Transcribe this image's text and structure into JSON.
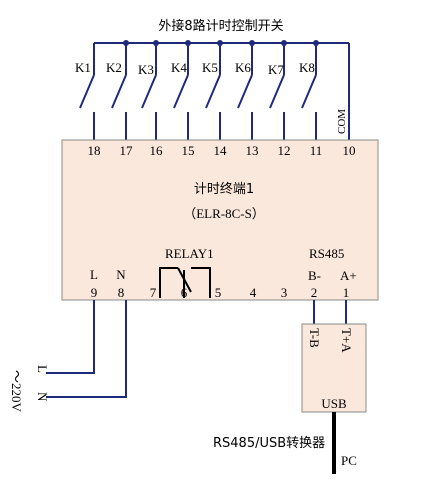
{
  "diagram": {
    "top_title": "外接8路计时控制开关",
    "switches": [
      "K1",
      "K2",
      "K3",
      "K4",
      "K5",
      "K6",
      "K7",
      "K8"
    ],
    "com_label": "COM",
    "top_terminals": [
      "18",
      "17",
      "16",
      "15",
      "14",
      "13",
      "12",
      "11",
      "10"
    ],
    "device_name": "计时终端1",
    "device_model": "（ELR-8C-S）",
    "relay_label": "RELAY1",
    "rs485_label": "RS485",
    "power_labels": {
      "l": "L",
      "n": "N"
    },
    "rs485_pins": {
      "b": "B-",
      "a": "A+"
    },
    "bottom_terminals": [
      "9",
      "8",
      "7",
      "6",
      "5",
      "4",
      "3",
      "2",
      "1"
    ],
    "supply": {
      "l": "L",
      "n": "N",
      "voltage": "～220V"
    },
    "converter": {
      "tb": "T-B",
      "ta": "T+A",
      "usb": "USB",
      "name": "RS485/USB转换器"
    },
    "pc_label": "PC",
    "colors": {
      "wire": "#1f2a7a",
      "box_fill": "#fbe8dc",
      "box_stroke": "#8a8a8a"
    }
  }
}
